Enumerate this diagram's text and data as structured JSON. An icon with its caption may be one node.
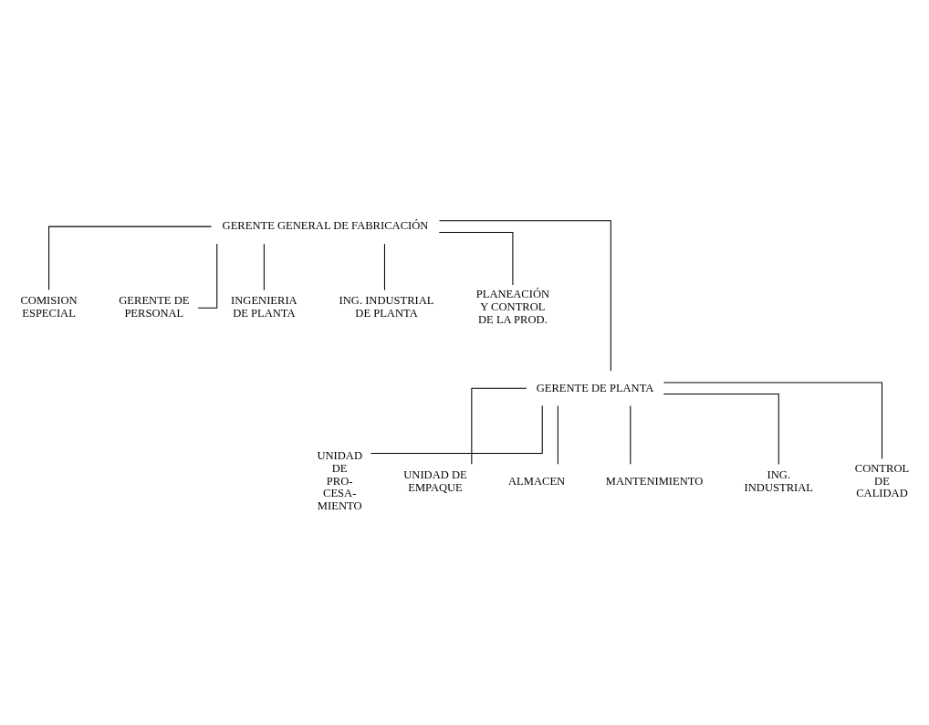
{
  "diagram": {
    "nodes": [
      {
        "text": [
          "GERENTE GENERAL DE FABRICACIÓN"
        ]
      },
      {
        "text": [
          "COMISION ESPECIAL"
        ]
      },
      {
        "text": [
          "GERENTE DE PERSONAL"
        ]
      },
      {
        "text": [
          "INGENIERIA DE PLANTA"
        ]
      },
      {
        "text": [
          "ING. INDUSTRIAL DE PLANTA"
        ]
      },
      {
        "text": [
          "PLANEACIÓN Y CONTROL DE LA PROD."
        ]
      },
      {
        "text": [
          "GERENTE DE PLANTA"
        ]
      },
      {
        "text": [
          "UNIDAD DE PRO- CESA- MIENTO"
        ]
      },
      {
        "text": [
          "UNIDAD DE EMPAQUE"
        ]
      },
      {
        "text": [
          "ALMACEN"
        ]
      },
      {
        "text": [
          "MANTENIMIENTO"
        ]
      },
      {
        "text": [
          "ING. INDUSTRIAL"
        ]
      },
      {
        "text": [
          "CONTROL DE CALIDAD"
        ]
      }
    ],
    "edges": [
      {
        "from": 0,
        "to": 1,
        "arrow": "none"
      },
      {
        "from": 0,
        "to": 2,
        "arrow": "none"
      },
      {
        "from": 0,
        "to": 6,
        "arrow": "none"
      },
      {
        "from": 0,
        "to": 3,
        "arrow": "none"
      },
      {
        "from": 0,
        "to": 4,
        "arrow": "none"
      },
      {
        "from": 0,
        "to": 5,
        "arrow": "none"
      },
      {
        "from": 6,
        "to": 7,
        "arrow": "none"
      },
      {
        "from": 6,
        "to": 8,
        "arrow": "none"
      },
      {
        "from": 6,
        "to": 9,
        "arrow": "none"
      },
      {
        "from": 6,
        "to": 10,
        "arrow": "none"
      },
      {
        "from": 6,
        "to": 11,
        "arrow": "none"
      },
      {
        "from": 6,
        "to": 12,
        "arrow": "none"
      }
    ]
  }
}
